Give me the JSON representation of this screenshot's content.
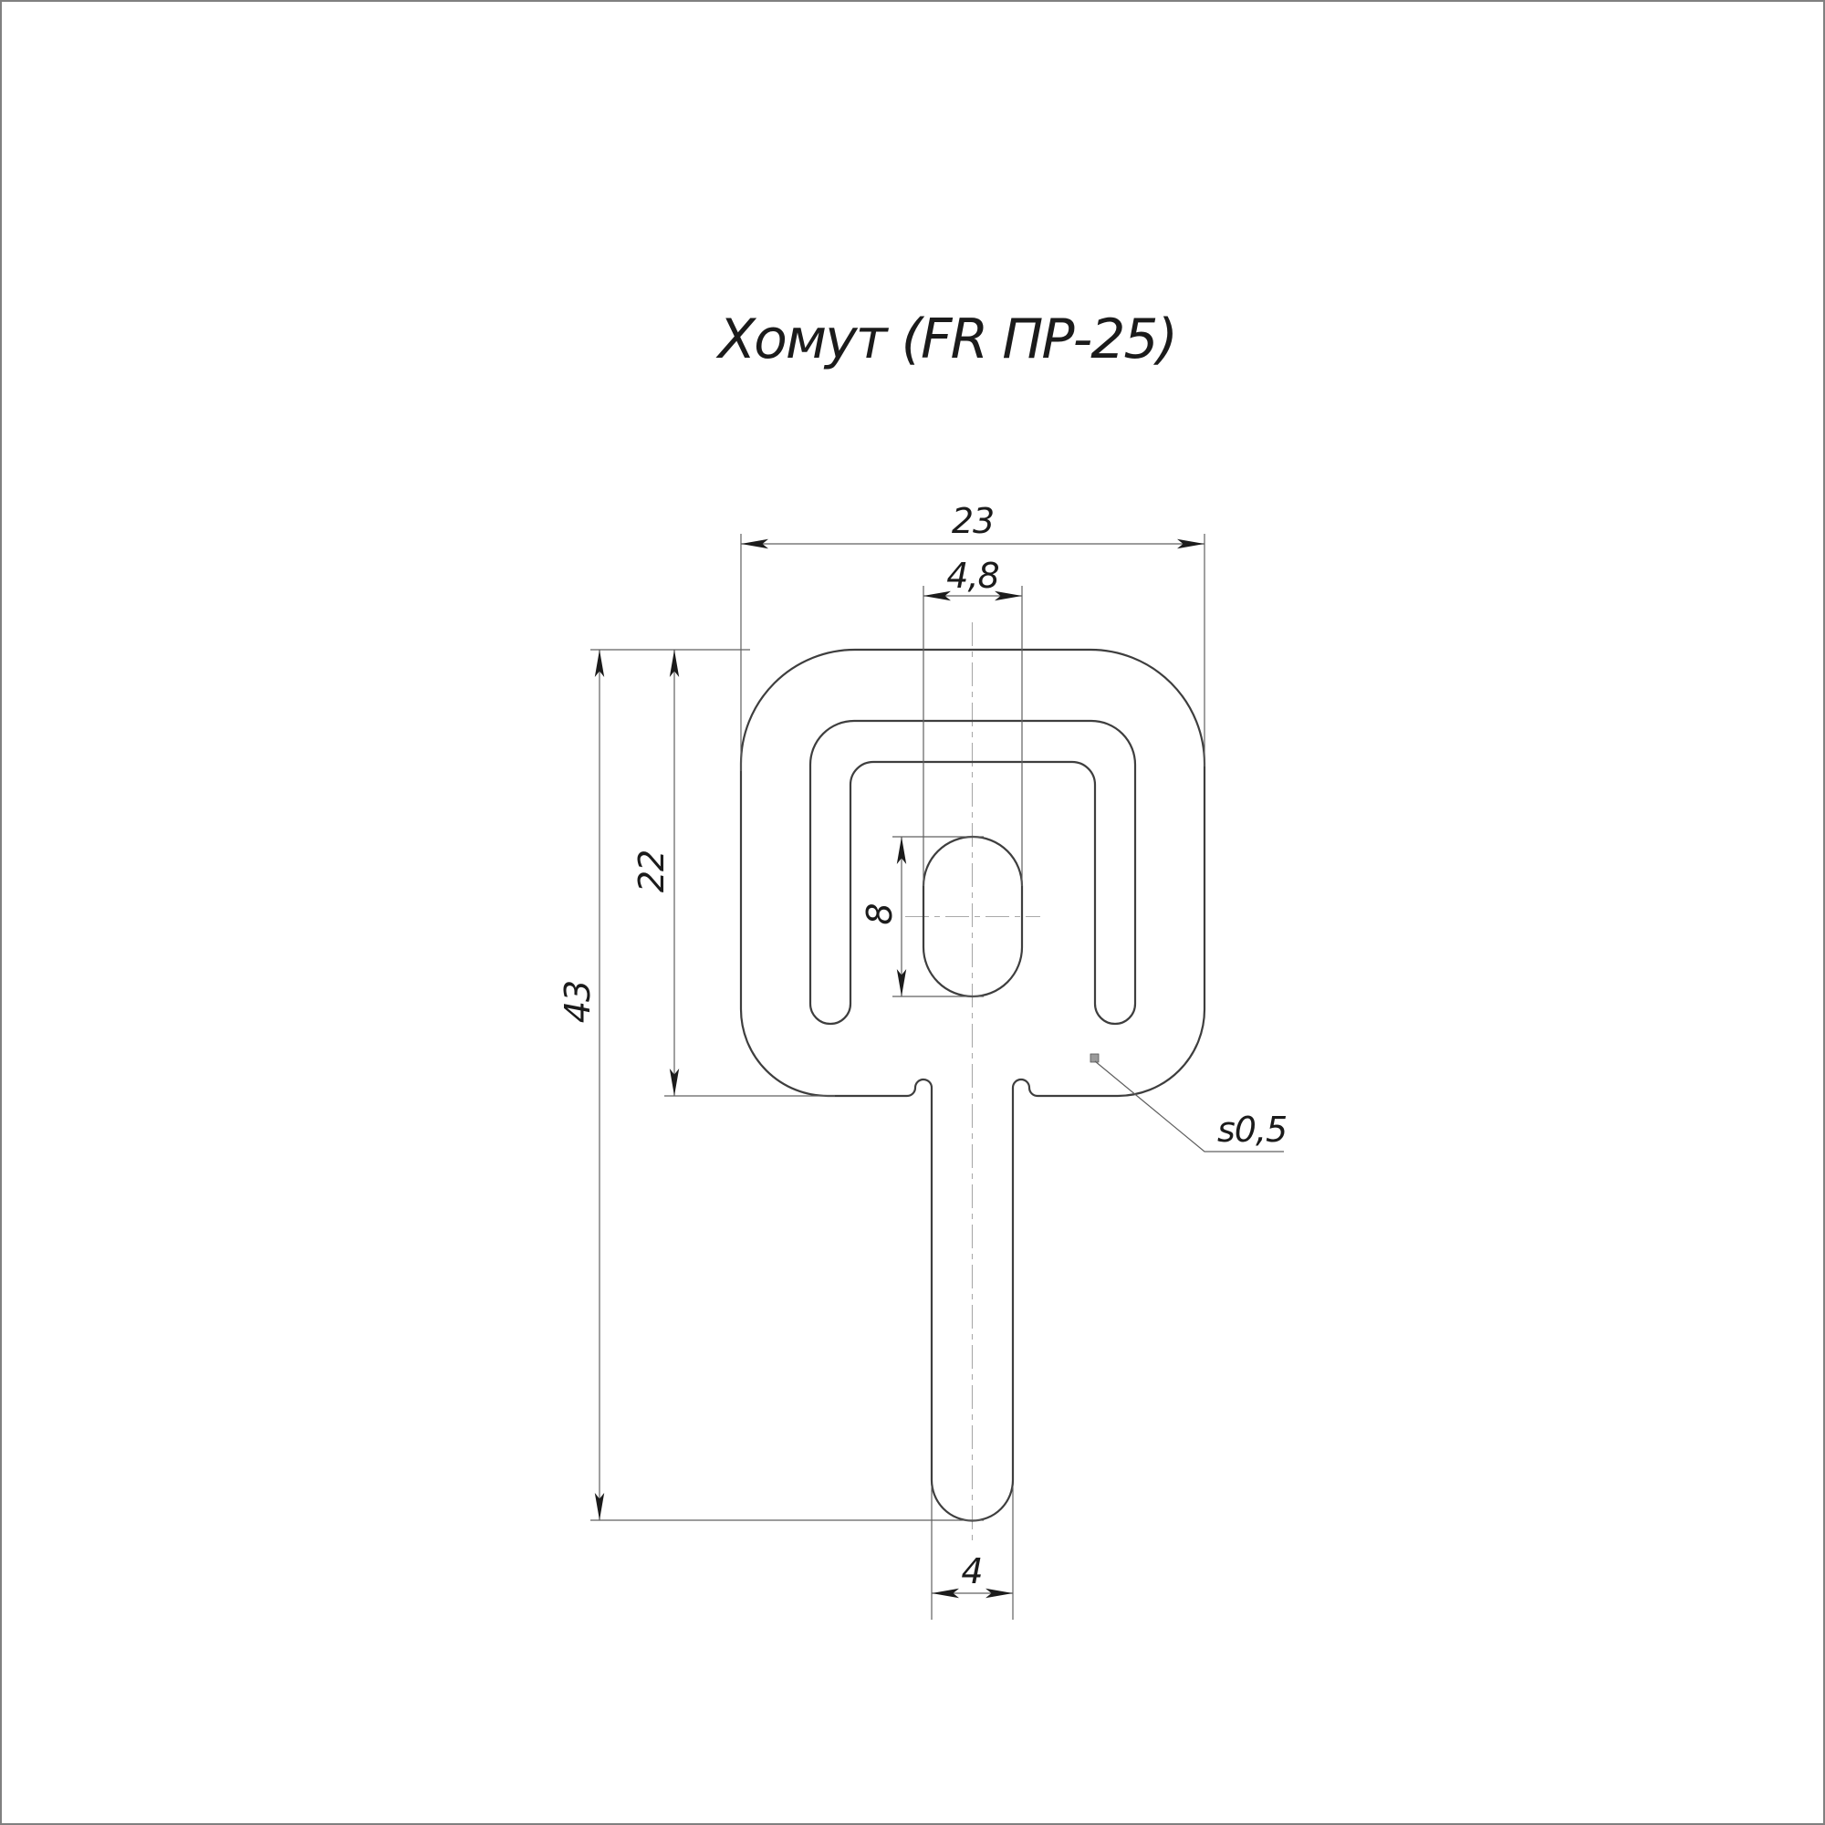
{
  "title": "Хомут (FR ПР-25)",
  "dimensions": {
    "overall_width": "23",
    "hole_width": "4,8",
    "head_height": "22",
    "hole_height": "8",
    "overall_height": "43",
    "stem_width": "4",
    "thickness": "s0,5"
  },
  "colors": {
    "object_line": "#3e3e3e",
    "dimension_line": "#606060",
    "center_line": "#a9a9a9",
    "text": "#1b1b1b",
    "page_border": "#808080",
    "paper": "#ffffff"
  }
}
